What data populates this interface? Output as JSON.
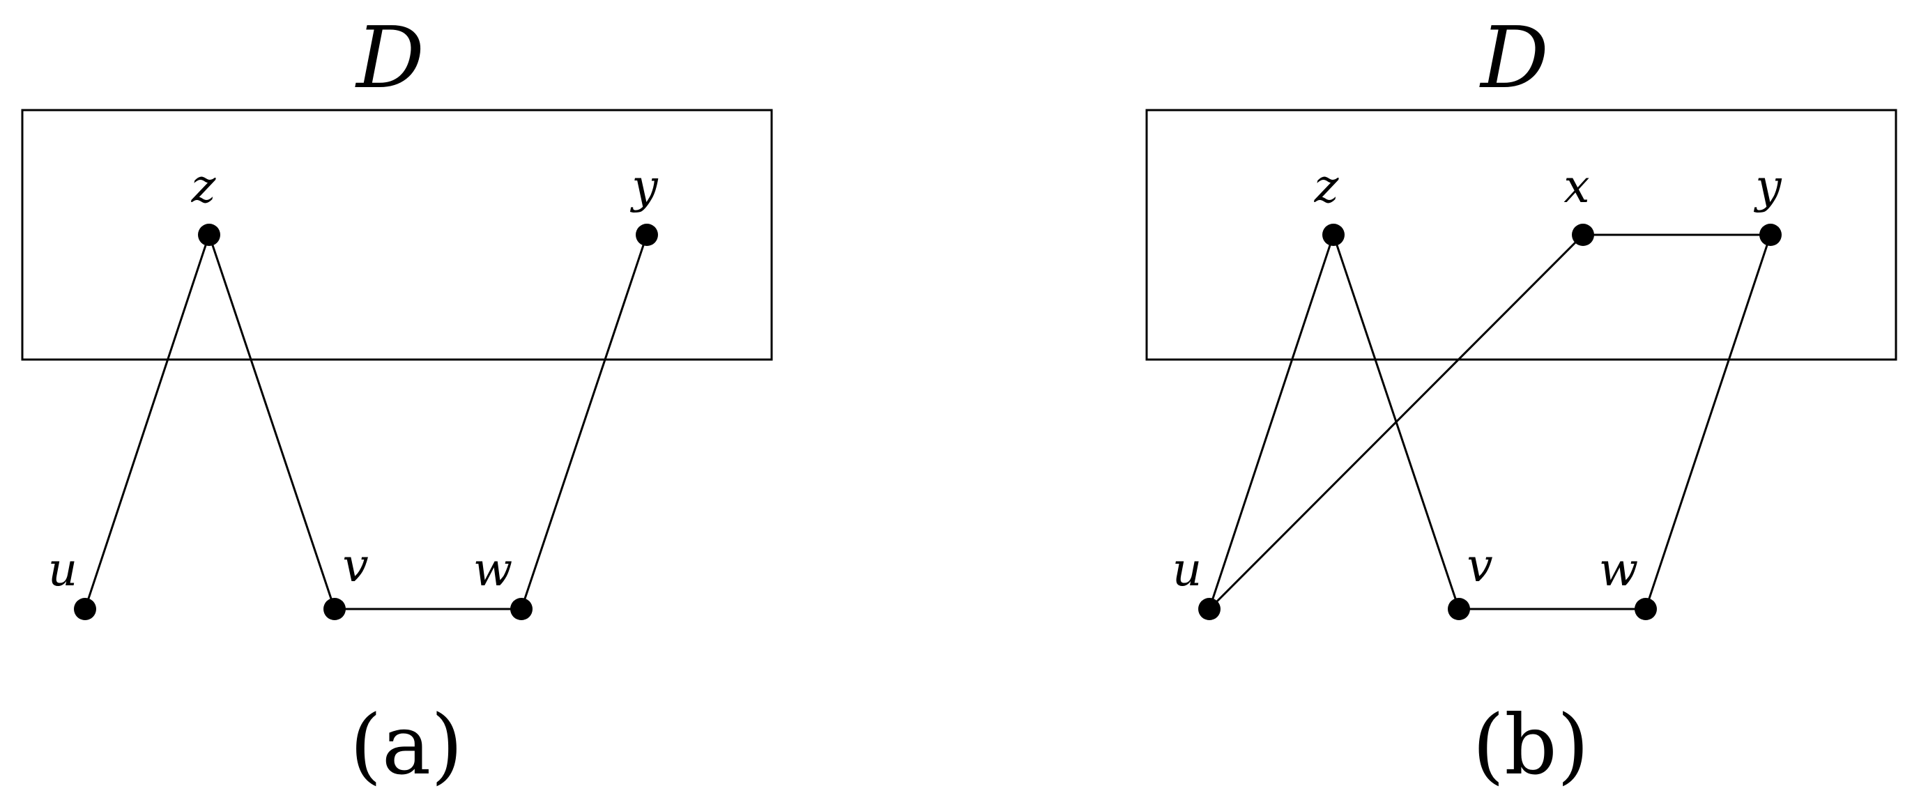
{
  "figures": [
    {
      "id": "a",
      "region_label": "D",
      "caption": "(a)",
      "vertices": [
        {
          "id": "z",
          "label": "z"
        },
        {
          "id": "y",
          "label": "y"
        },
        {
          "id": "u",
          "label": "u"
        },
        {
          "id": "v",
          "label": "v"
        },
        {
          "id": "w",
          "label": "w"
        }
      ],
      "edges": [
        [
          "z",
          "u"
        ],
        [
          "z",
          "v"
        ],
        [
          "v",
          "w"
        ],
        [
          "w",
          "y"
        ]
      ]
    },
    {
      "id": "b",
      "region_label": "D",
      "caption": "(b)",
      "vertices": [
        {
          "id": "z",
          "label": "z"
        },
        {
          "id": "x",
          "label": "x"
        },
        {
          "id": "y",
          "label": "y"
        },
        {
          "id": "u",
          "label": "u"
        },
        {
          "id": "v",
          "label": "v"
        },
        {
          "id": "w",
          "label": "w"
        }
      ],
      "edges": [
        [
          "z",
          "u"
        ],
        [
          "z",
          "v"
        ],
        [
          "u",
          "x"
        ],
        [
          "x",
          "y"
        ],
        [
          "v",
          "w"
        ],
        [
          "w",
          "y"
        ]
      ]
    }
  ],
  "colors": {
    "ink": "#000000",
    "background": "#ffffff"
  }
}
